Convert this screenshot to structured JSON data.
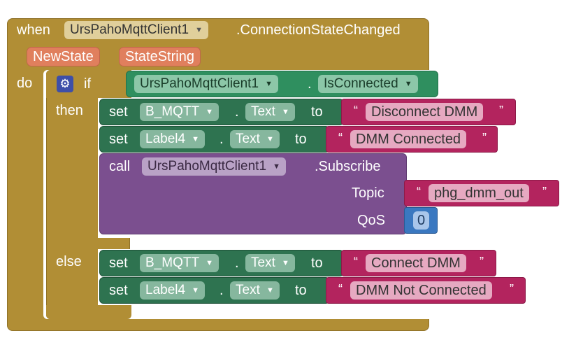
{
  "event_block": {
    "when_label": "when",
    "component": "UrsPahoMqttClient1",
    "event_name": ".ConnectionStateChanged",
    "params": [
      "NewState",
      "StateString"
    ],
    "do_label": "do"
  },
  "if_block": {
    "if_label": "if",
    "then_label": "then",
    "else_label": "else",
    "condition": {
      "component": "UrsPahoMqttClient1",
      "dot": ".",
      "property": "IsConnected"
    }
  },
  "then_statements": [
    {
      "set": "set",
      "component": "B_MQTT",
      "dot": ".",
      "property": "Text",
      "to": "to",
      "value": "Disconnect DMM"
    },
    {
      "set": "set",
      "component": "Label4",
      "dot": ".",
      "property": "Text",
      "to": "to",
      "value": "DMM Connected"
    }
  ],
  "call_block": {
    "call_label": "call",
    "component": "UrsPahoMqttClient1",
    "method": ".Subscribe",
    "topic_label": "Topic",
    "topic_value": "phg_dmm_out",
    "qos_label": "QoS",
    "qos_value": "0"
  },
  "else_statements": [
    {
      "set": "set",
      "component": "B_MQTT",
      "dot": ".",
      "property": "Text",
      "to": "to",
      "value": "Connect DMM"
    },
    {
      "set": "set",
      "component": "Label4",
      "dot": ".",
      "property": "Text",
      "to": "to",
      "value": "DMM Not Connected"
    }
  ],
  "glyphs": {
    "open_quote": "“",
    "close_quote": "”",
    "dropdown_arrow": "▼",
    "gear": "⚙"
  },
  "colors": {
    "control": "#b18e35",
    "component_set": "#2e7350",
    "component_get": "#2f8f5f",
    "call": "#7b4f8f",
    "text": "#b3245e",
    "math": "#3a78c0",
    "param": "#e07f5d"
  }
}
